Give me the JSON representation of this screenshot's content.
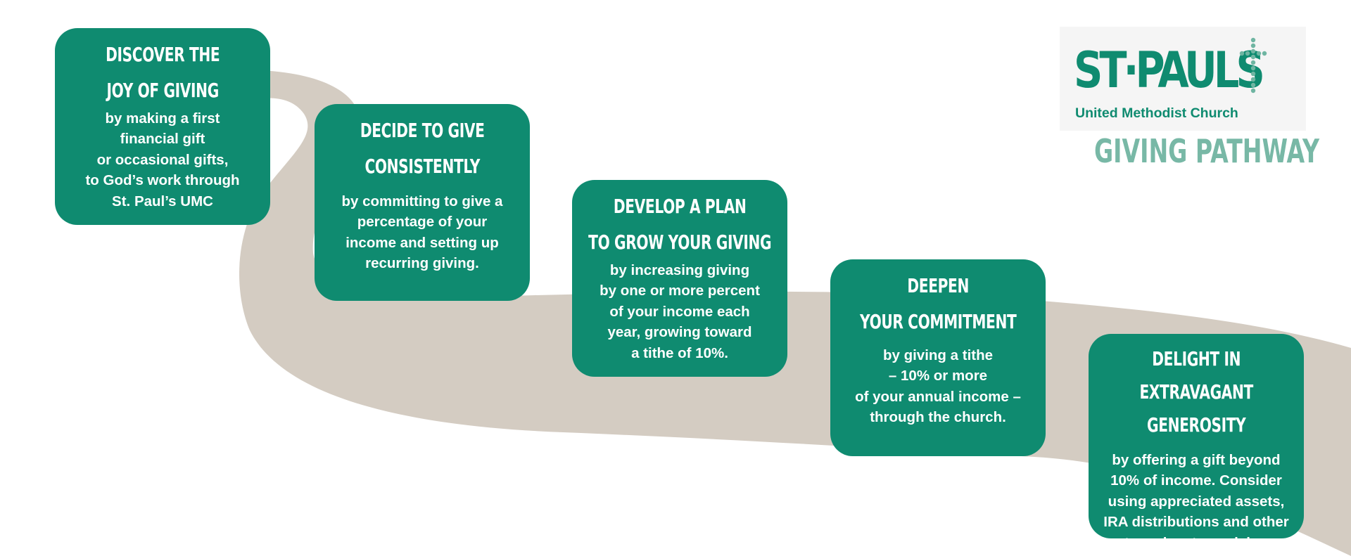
{
  "colors": {
    "step_fill": "#0f8b70",
    "path_fill": "#d4ccc2",
    "logo_green": "#0f8b70",
    "subtitle_green": "#78b8a6"
  },
  "logo": {
    "name": "ST·PAULS",
    "subtitle": "United Methodist Church",
    "icon": "cross-icon"
  },
  "page_title": "GIVING PATHWAY",
  "steps": [
    {
      "title": "DISCOVER THE\nJOY OF GIVING",
      "body": "by making a first\nfinancial gift\nor occasional gifts,\nto God’s work through\nSt. Paul’s UMC"
    },
    {
      "title": "DECIDE TO GIVE\nCONSISTENTLY",
      "body": "by committing to give a\npercentage of your\nincome and setting up\nrecurring giving."
    },
    {
      "title": "DEVELOP A PLAN\nTO GROW YOUR GIVING",
      "body": "by increasing giving\nby one or more percent\nof your income each\nyear, growing toward\na tithe of 10%."
    },
    {
      "title": "DEEPEN\nYOUR COMMITMENT",
      "body": "by giving a tithe\n– 10% or more\nof your annual income –\nthrough the church."
    },
    {
      "title": "DELIGHT IN EXTRAVAGANT\nGENEROSITY",
      "body": "by offering a gift beyond\n10% of income. Consider\nusing appreciated assets,\nIRA distributions and other\ntax-advantage giving"
    }
  ]
}
